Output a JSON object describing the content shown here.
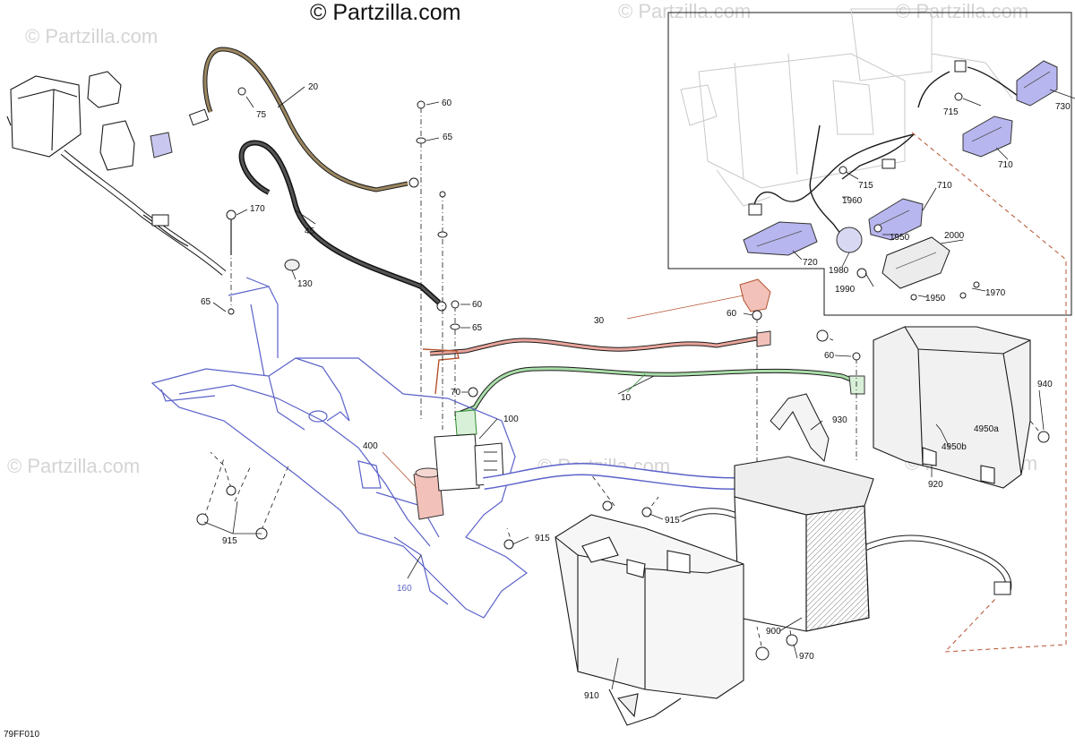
{
  "copyright": "© Partzilla.com",
  "watermarks": [
    "© Partzilla.com",
    "© Partzilla.com",
    "© Partzilla.com",
    "© Partzilla.com",
    "© Partzilla.com",
    "© Partzilla.com"
  ],
  "figure_code": "79FF010",
  "colors": {
    "line": "#1a1a1a",
    "frame": "#5b62c9",
    "cable_positive": "#d9786b",
    "cable_ground": "#6fbf6f",
    "cable_tan": "#9b8660",
    "cable_black": "#333333",
    "leader_inset": "#b5532f",
    "watermark": "#d4d4d4"
  },
  "callouts": {
    "c20": "20",
    "c75": "75",
    "c170": "170",
    "c45": "45",
    "c130": "130",
    "c65a": "65",
    "c60a": "60",
    "c65b": "65",
    "c60b": "60",
    "c65c": "65",
    "c30": "30",
    "c60c": "60",
    "c60d": "60",
    "c70": "70",
    "c10": "10",
    "c100": "100",
    "c400": "400",
    "c930": "930",
    "c940": "940",
    "c4950a": "4950a",
    "c4950b": "4950b",
    "c920": "920",
    "c915a": "915",
    "c915b": "915",
    "c915c": "915",
    "c160": "160",
    "c900": "900",
    "c970": "970",
    "c910": "910",
    "c715a": "715",
    "c730": "730",
    "c710a": "710",
    "c715b": "715",
    "c1960": "1960",
    "c710b": "710",
    "c1950a": "1950",
    "c2000": "2000",
    "c720": "720",
    "c1980": "1980",
    "c1990": "1990",
    "c1950b": "1950",
    "c1970": "1970"
  }
}
